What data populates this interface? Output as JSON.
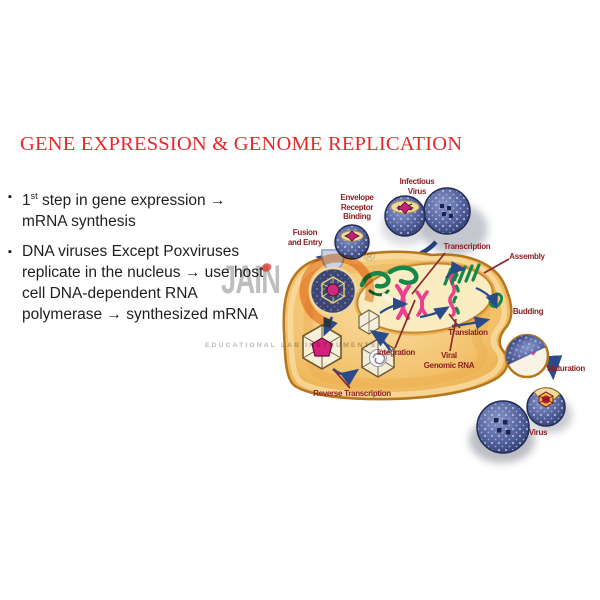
{
  "title": "GENE EXPRESSION & GENOME REPLICATION",
  "bullet_char": "▪",
  "bullets": [
    {
      "num": "1",
      "ordinal": "st",
      "line1_rest": " step in gene expression →",
      "line2": "mRNA synthesis"
    },
    {
      "lines": [
        "DNA viruses Except Poxviruses",
        "replicate in the nucleus → use host",
        "cell DNA-dependent RNA",
        "polymerase → synthesized mRNA"
      ]
    }
  ],
  "diagram": {
    "labels": {
      "infectious_virus": [
        "Infectious",
        "Virus"
      ],
      "envelope_receptor_binding": [
        "Envelope",
        "Receptor",
        "Binding"
      ],
      "fusion_and_entry": [
        "Fusion",
        "and Entry"
      ],
      "transcription": "Transcription",
      "assembly": "Assembly",
      "budding": "Budding",
      "translation": "Translation",
      "integration": "Integration",
      "viral_genomic_rna": [
        "Viral",
        "Genomic RNA"
      ],
      "reverse_transcription": "Reverse Transcription",
      "maturation": "Maturation",
      "virus": "Virus"
    },
    "colors": {
      "label_text": "#8e1f23",
      "cell_fill": "#f3bd62",
      "cell_stroke": "#b5761e",
      "nucleus_fill": "#f8ecc0",
      "virus_blue": "#56659f",
      "virus_dark": "#2c3a6b",
      "arrow_blue": "#2a4a8a",
      "chromatin_green": "#15874b",
      "chromosome_pink": "#ee3d8f",
      "capsid_core_magenta": "#cc2b7d"
    }
  },
  "watermark": {
    "brand": "JAIN",
    "registered": "®",
    "tagline": "EDUCATIONAL LAB INSTRUMENTS"
  },
  "colors": {
    "title": "#e42a2c",
    "body_text": "#1f1f1f",
    "background": "#ffffff"
  }
}
